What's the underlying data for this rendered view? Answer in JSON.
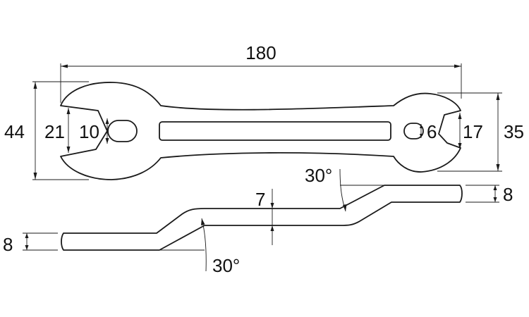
{
  "top_view": {
    "overall_length": "180",
    "large_end": {
      "height": "44",
      "jaw_outer": "21",
      "jaw_inner": "10"
    },
    "small_end": {
      "height": "35",
      "jaw_outer": "17",
      "jaw_inner": "6"
    }
  },
  "side_view": {
    "left_thickness": "8",
    "right_thickness": "8",
    "offset": "7",
    "angle_upper": "30°",
    "angle_lower": "30°"
  }
}
